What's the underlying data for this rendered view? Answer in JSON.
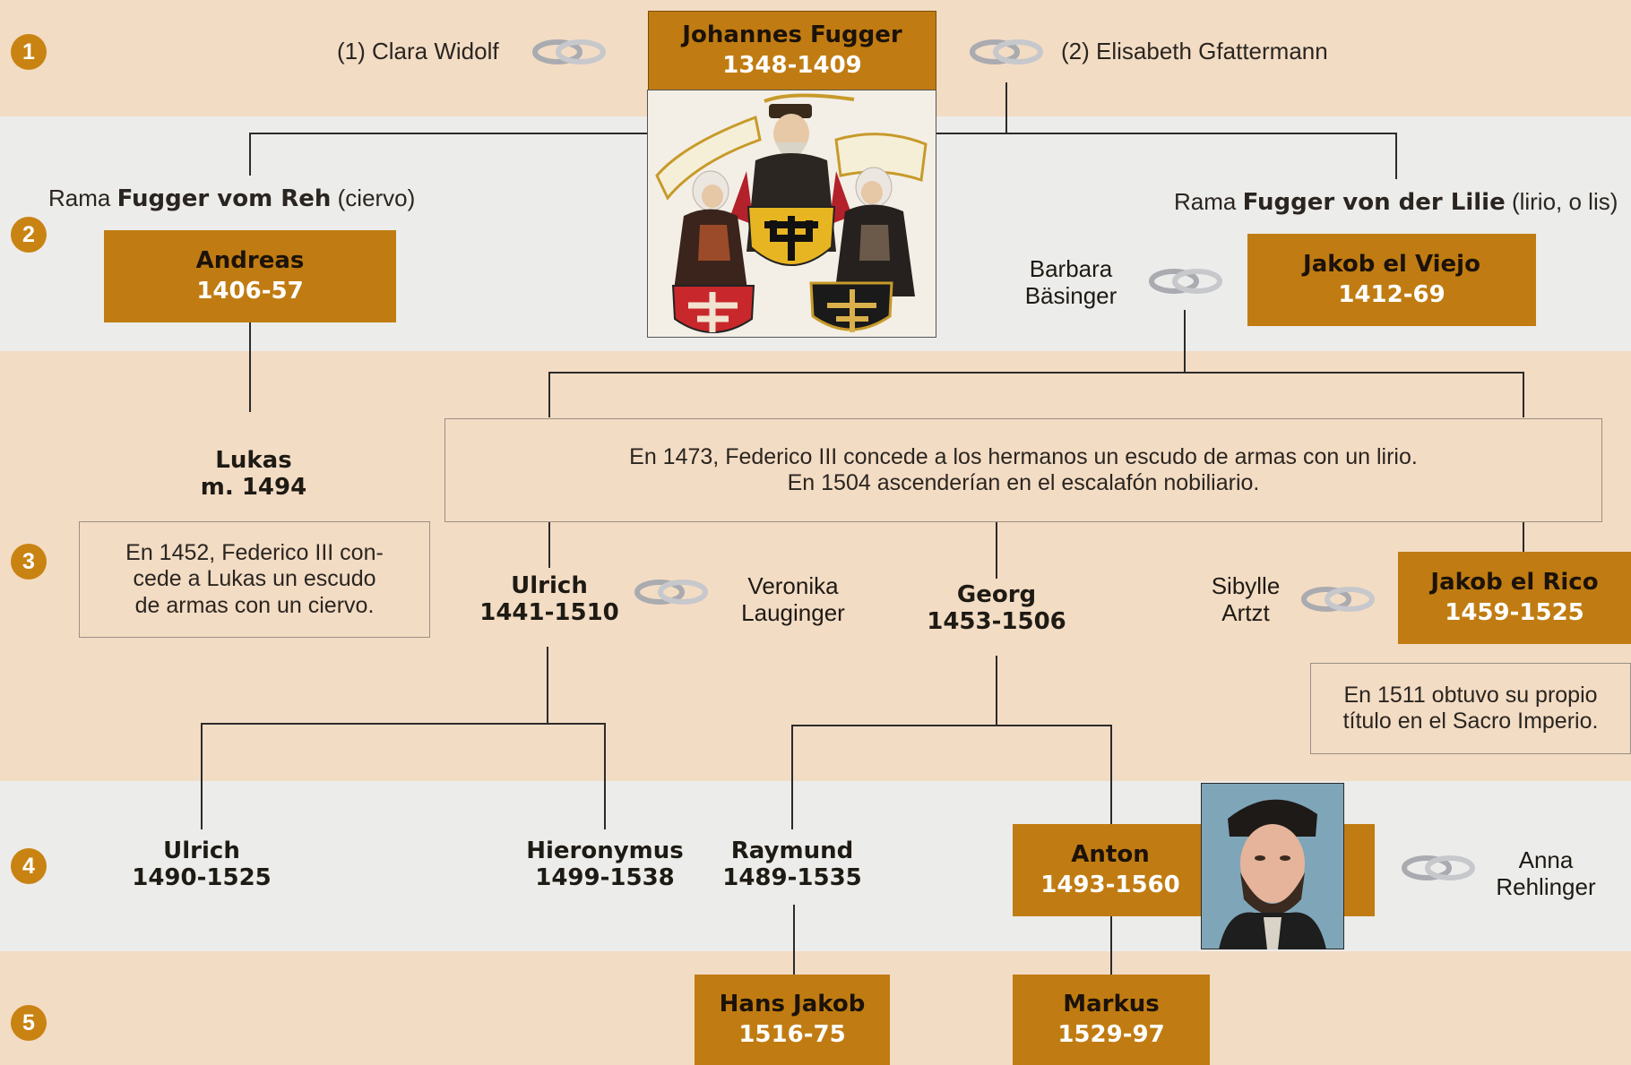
{
  "generations": [
    "1",
    "2",
    "3",
    "4",
    "5"
  ],
  "root": {
    "name": "Johannes Fugger",
    "dates": "1348-1409"
  },
  "spouse_clara": "(1) Clara Widolf",
  "spouse_elisabeth": "(2) Elisabeth Gfattermann",
  "branch_reh": {
    "prefix": "Rama ",
    "name": "Fugger vom Reh",
    "suffix": " (ciervo)"
  },
  "branch_lilie": {
    "prefix": "Rama ",
    "name": "Fugger von der Lilie",
    "suffix": " (lirio, o lis)"
  },
  "andreas": {
    "name": "Andreas",
    "dates": "1406-57"
  },
  "jakob_viejo": {
    "name": "Jakob el Viejo",
    "dates": "1412-69"
  },
  "barbara": [
    "Barbara",
    "Bäsinger"
  ],
  "lukas": {
    "name": "Lukas",
    "dates": "m. 1494"
  },
  "note_lukas": [
    "En 1452, Federico III con-",
    "cede a Lukas un escudo",
    "de armas con un ciervo."
  ],
  "note_lily": [
    "En 1473, Federico III concede a los hermanos un escudo de armas con un lirio.",
    "En 1504 ascenderían en el escalafón nobiliario."
  ],
  "ulrich_sr": {
    "name": "Ulrich",
    "dates": "1441-1510"
  },
  "veronika": [
    "Veronika",
    "Lauginger"
  ],
  "georg": {
    "name": "Georg",
    "dates": "1453-1506"
  },
  "sibylle": [
    "Sibylle",
    "Artzt"
  ],
  "jakob_rico": {
    "name": "Jakob el Rico",
    "dates": "1459-1525"
  },
  "note_rico": [
    "En 1511 obtuvo su propio",
    "título en el Sacro Imperio."
  ],
  "ulrich_jr": {
    "name": "Ulrich",
    "dates": "1490-1525"
  },
  "hieronymus": {
    "name": "Hieronymus",
    "dates": "1499-1538"
  },
  "raymund": {
    "name": "Raymund",
    "dates": "1489-1535"
  },
  "anton": {
    "name": "Anton",
    "dates": "1493-1560"
  },
  "anna": [
    "Anna",
    "Rehlinger"
  ],
  "hans_jakob": {
    "name": "Hans Jakob",
    "dates": "1516-75"
  },
  "markus": {
    "name": "Markus",
    "dates": "1529-97"
  },
  "colors": {
    "band_tan": "#f3dcc4",
    "band_light": "#ececea",
    "accent": "#c07c12",
    "badge": "#c98312"
  }
}
